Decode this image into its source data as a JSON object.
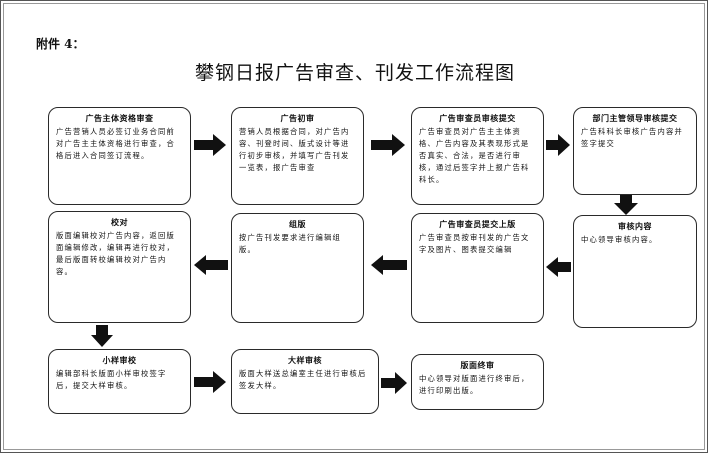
{
  "attachment_label": "附件 4：",
  "title": "攀钢日报广告审查、刊发工作流程图",
  "steps": [
    {
      "title": "广告主体资格审查",
      "body": "广告营销人员必签订业务合同前对广告主主体资格进行审查，合格后进入合同签订流程。"
    },
    {
      "title": "广告初审",
      "body": "营销人员根据合同，对广告内容、刊登时间、版式设计等进行初步审核，并填写广告刊发一览表，报广告审查"
    },
    {
      "title": "广告审查员审核提交",
      "body": "广告审查员对广告主主体资格、广告内容及其表现形式是否真实、合法，是否进行审核，通过后签字并上报广告科科长。"
    },
    {
      "title": "部门主管领导审核提交",
      "body": "广告科科长审核广告内容并签字提交"
    },
    {
      "title": "审核内容",
      "body": "中心领导审核内容。"
    },
    {
      "title": "广告审查员提交上版",
      "body": "广告审查员按审刊发的广告文字及图片、图表提交编辑"
    },
    {
      "title": "组版",
      "body": "按广告刊发要求进行编辑组版。"
    },
    {
      "title": "校对",
      "body": "版面编辑校对广告内容，返回版面编辑修改，编辑再进行校对，最后版面转校编辑校对广告内容。"
    },
    {
      "title": "小样审校",
      "body": "编辑部科长版面小样审校签字后，提交大样审核。"
    },
    {
      "title": "大样审核",
      "body": "版面大样送总编室主任进行审核后签发大样。"
    },
    {
      "title": "版面终审",
      "body": "中心领导对版面进行终审后，进行印刷出版。"
    }
  ]
}
